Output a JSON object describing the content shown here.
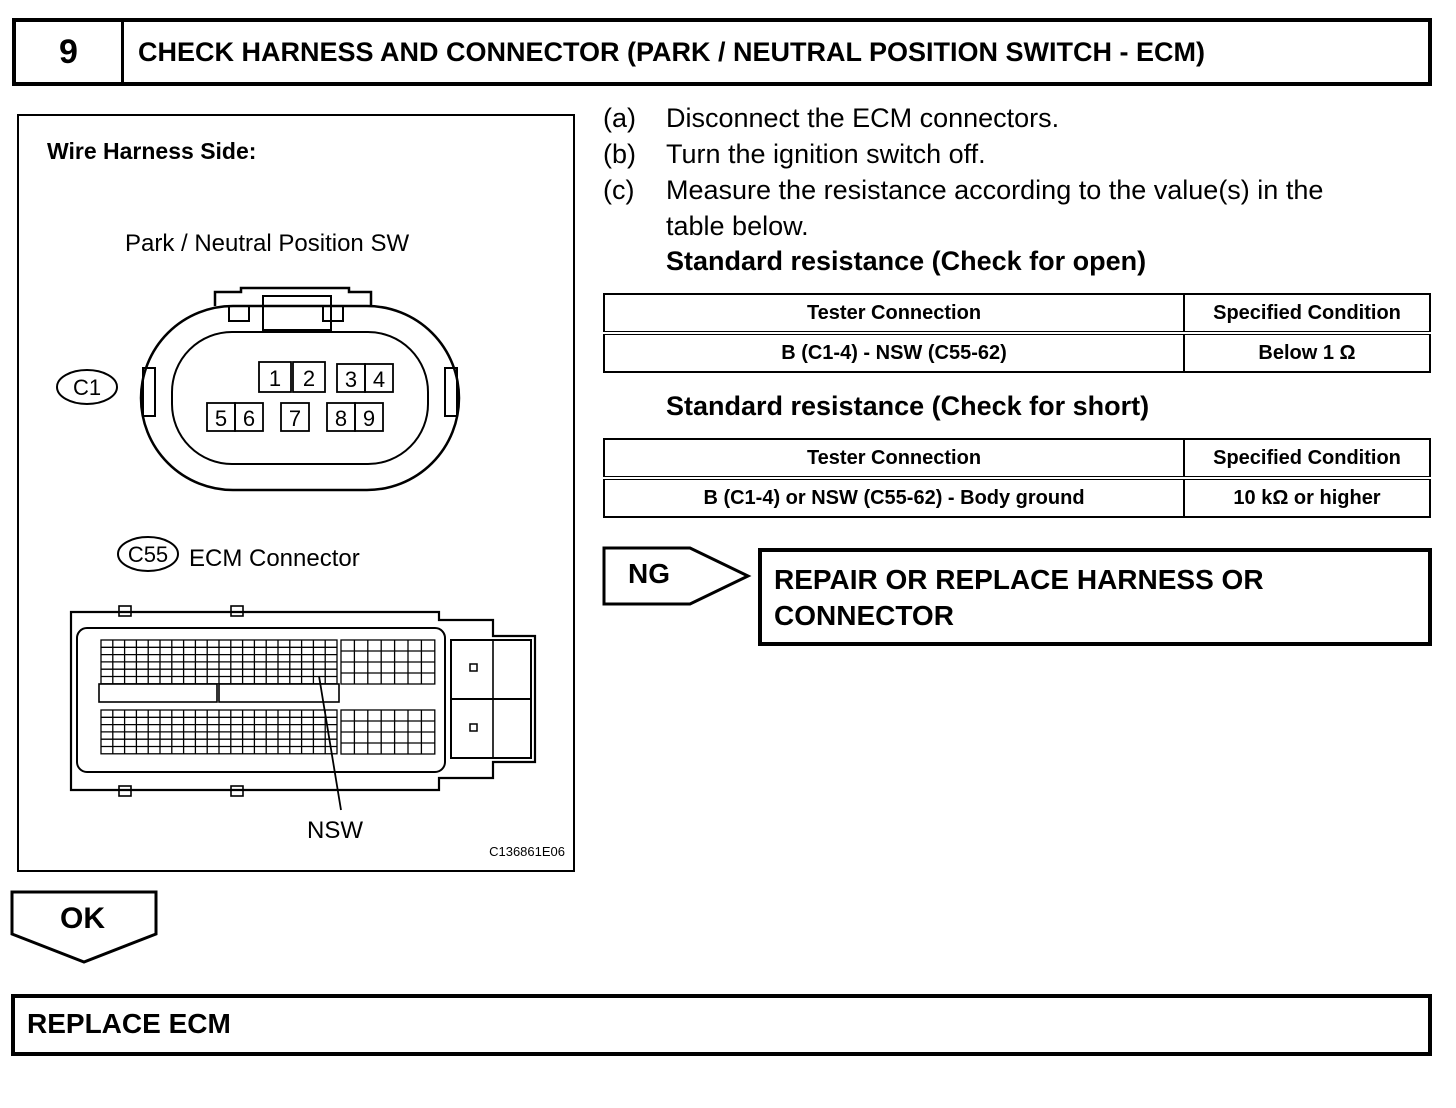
{
  "header": {
    "step_number": "9",
    "title": "CHECK HARNESS AND CONNECTOR (PARK / NEUTRAL POSITION SWITCH - ECM)"
  },
  "illustration": {
    "title": "Wire Harness Side:",
    "switch_connector_name": "Park / Neutral Position SW",
    "switch_connector_code": "C1",
    "switch_pins_top": [
      "1",
      "2",
      "3",
      "4"
    ],
    "switch_pins_bottom": [
      "5",
      "6",
      "7",
      "8",
      "9"
    ],
    "ecm_connector_code": "C55",
    "ecm_connector_name": "ECM Connector",
    "nsw_label": "NSW",
    "figure_id": "C136861E06"
  },
  "steps": [
    {
      "letter": "(a)",
      "text": "Disconnect the ECM connectors."
    },
    {
      "letter": "(b)",
      "text": "Turn the ignition switch off."
    },
    {
      "letter": "(c)",
      "text": "Measure the resistance according to the value(s) in the",
      "text_cont": "table below."
    }
  ],
  "open_check": {
    "heading": "Standard resistance (Check for open)",
    "col1": "Tester Connection",
    "col2": "Specified Condition",
    "rows": [
      {
        "connection": "B (C1-4) - NSW (C55-62)",
        "condition": "Below 1 Ω"
      }
    ]
  },
  "short_check": {
    "heading": "Standard resistance (Check for short)",
    "col1": "Tester Connection",
    "col2": "Specified Condition",
    "rows": [
      {
        "connection": "B (C1-4) or NSW (C55-62) - Body ground",
        "condition": "10 kΩ or higher"
      }
    ]
  },
  "ng": {
    "label": "NG",
    "result_line1": "REPAIR OR REPLACE HARNESS OR",
    "result_line2": "CONNECTOR"
  },
  "ok": {
    "label": "OK",
    "result": "REPLACE ECM"
  }
}
